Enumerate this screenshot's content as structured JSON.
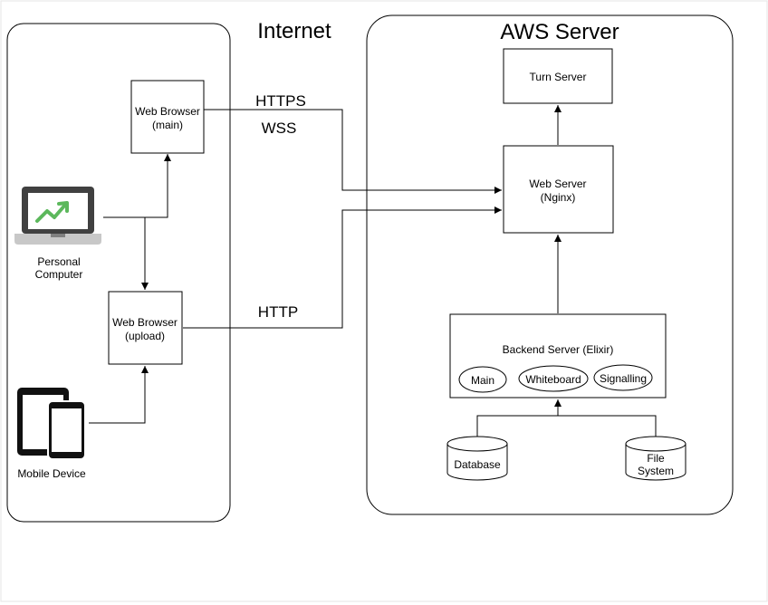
{
  "regions": {
    "internet": "Internet",
    "aws": "AWS Server"
  },
  "devices": {
    "personal_computer": [
      "Personal",
      "Computer"
    ],
    "mobile_device": "Mobile Device"
  },
  "boxes": {
    "web_browser_main": [
      "Web Browser",
      "(main)"
    ],
    "web_browser_upload": [
      "Web Browser",
      "(upload)"
    ],
    "turn_server": "Turn Server",
    "web_server": [
      "Web Server",
      "(Nginx)"
    ],
    "backend_server": "Backend Server (Elixir)",
    "backend_modules": [
      "Main",
      "Whiteboard",
      "Signalling"
    ],
    "database": "Database",
    "file_system": [
      "File",
      "System"
    ]
  },
  "protocols": {
    "https": "HTTPS",
    "wss": "WSS",
    "http": "HTTP"
  },
  "colors": {
    "laptop_screen": "#404040",
    "laptop_display": "#ffffff",
    "chart_green": "#5cb85c",
    "laptop_base": "#c8c8c8",
    "device_black": "#111111"
  }
}
